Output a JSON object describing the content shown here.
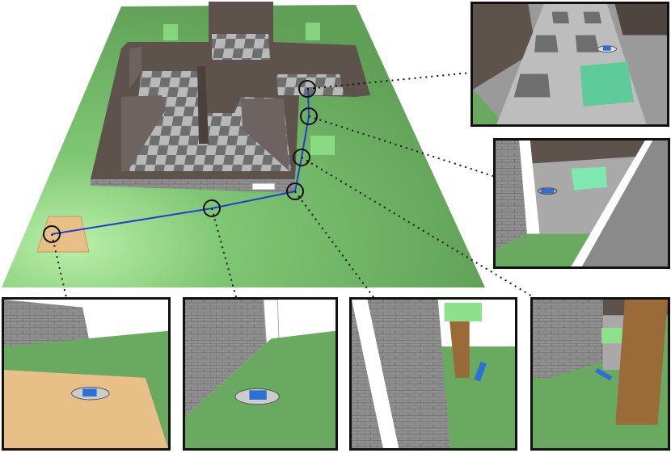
{
  "figure": {
    "description_free": true
  },
  "colors": {
    "ground": "#6aaa60",
    "ground_light": "#9fdc90",
    "floor_dark": "#6e6e6e",
    "floor_light": "#b9b9b9",
    "wall_top": "#5e524d",
    "wall_brick": "#8f8f8f",
    "path": "#1f3fd0",
    "marker": "#111111",
    "landing_pad": "#e8bf86",
    "green_box": "#8fe08a",
    "tree_trunk": "#9a6a38",
    "drone_body": "#2c6fd6"
  },
  "waypoints_count": 6,
  "insets": [
    {
      "id": "top-right",
      "content": "room-with-box"
    },
    {
      "id": "mid-right",
      "content": "doorway-with-box"
    },
    {
      "id": "bottom-1",
      "content": "landing-pad"
    },
    {
      "id": "bottom-2",
      "content": "near-wall"
    },
    {
      "id": "bottom-3",
      "content": "wall-and-tree"
    },
    {
      "id": "bottom-4",
      "content": "tree-and-room"
    }
  ]
}
